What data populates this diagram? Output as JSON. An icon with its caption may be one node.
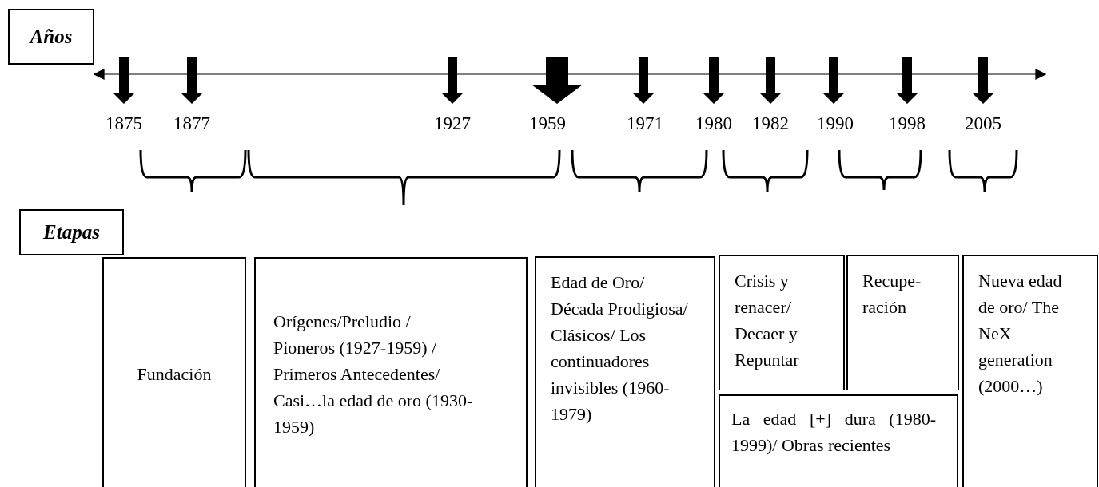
{
  "diagram": {
    "nodes": [
      {
        "text": [
          "Años"
        ]
      },
      {
        "text": [
          "Etapas"
        ]
      },
      {
        "text": [
          "Fundación"
        ]
      },
      {
        "text": [
          "Orígenes/Preludio / Pioneros (1927-1959) / Primeros Antecedentes/ Casi…la edad de oro (1930-1959)"
        ]
      },
      {
        "text": [
          "Edad de Oro/ Década Prodigiosa/ Clásicos/ Los continuadores invisibles (1960-1979)"
        ]
      },
      {
        "text": [
          "Crisis y renacer/ Decaer y Repuntar"
        ]
      },
      {
        "text": [
          "Recupe-ración"
        ]
      },
      {
        "text": [
          "La edad [+] dura (1980-1999)/ Obras recientes"
        ]
      },
      {
        "text": [
          "Nueva edad de oro/ The NeX generation (2000…)"
        ]
      }
    ],
    "edges": [],
    "labels": [
      "1875",
      "1877",
      "1927",
      "1959",
      "1971",
      "1980",
      "1982",
      "1990",
      "1998",
      "2005"
    ]
  }
}
